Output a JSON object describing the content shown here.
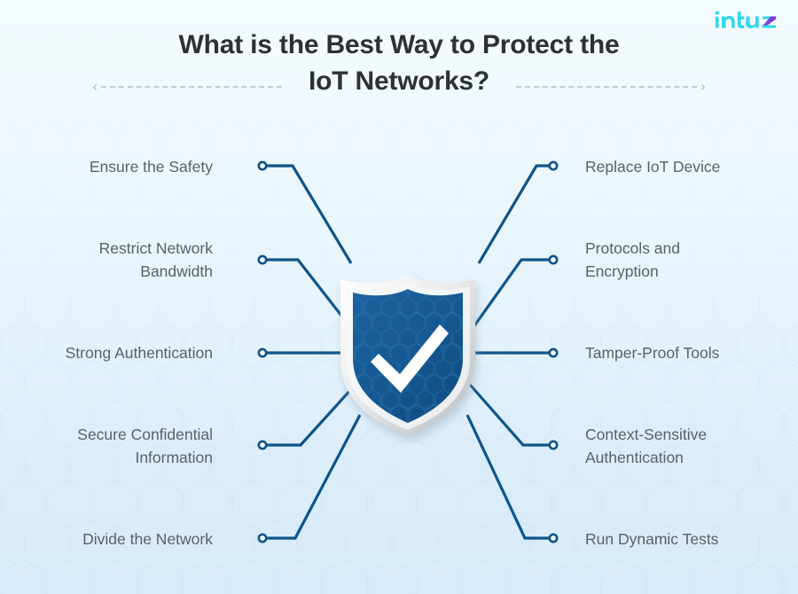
{
  "brand": {
    "logo_text": "intuz",
    "logo_color_primary": "#2fd6e8",
    "logo_color_accent": "#7b3fd4"
  },
  "title": {
    "line1": "What is the Best Way to Protect the",
    "line2": "IoT Networks?",
    "color": "#2e3033"
  },
  "decor": {
    "chevron_left": "‹",
    "chevron_right": "›",
    "dash_color": "#b9c4cf"
  },
  "center_graphic": {
    "name": "security-shield-with-checkmark",
    "shield_fill": "#15558f",
    "shield_border": "#d9dde0",
    "check_color": "#ffffff"
  },
  "connector": {
    "line_color": "#0f5489",
    "node_fill": "#ffffff"
  },
  "items_left": [
    {
      "label": "Ensure the Safety",
      "lines": [
        "Ensure the Safety"
      ]
    },
    {
      "label": "Restrict Network Bandwidth",
      "lines": [
        "Restrict Network",
        "Bandwidth"
      ]
    },
    {
      "label": "Strong Authentication",
      "lines": [
        "Strong Authentication"
      ]
    },
    {
      "label": "Secure Confidential Information",
      "lines": [
        "Secure Confidential",
        "Information"
      ]
    },
    {
      "label": "Divide the Network",
      "lines": [
        "Divide the Network"
      ]
    }
  ],
  "items_right": [
    {
      "label": "Replace IoT Device",
      "lines": [
        "Replace IoT Device"
      ]
    },
    {
      "label": "Protocols and Encryption",
      "lines": [
        "Protocols and",
        "Encryption"
      ]
    },
    {
      "label": "Tamper-Proof Tools",
      "lines": [
        "Tamper-Proof Tools"
      ]
    },
    {
      "label": "Context-Sensitive Authentication",
      "lines": [
        "Context-Sensitive",
        "Authentication"
      ]
    },
    {
      "label": "Run Dynamic Tests",
      "lines": [
        "Run Dynamic Tests"
      ]
    }
  ]
}
